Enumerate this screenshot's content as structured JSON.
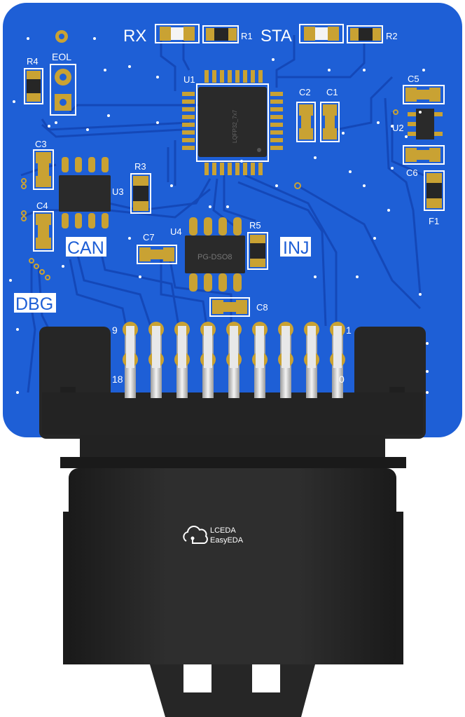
{
  "colors": {
    "board": "#1e5fd6",
    "copper": "#1a57cc",
    "trace": "#0f3fae",
    "silk": "#ffffff",
    "pad_gold": "#c9a233",
    "connector": "#262626",
    "connector_light": "#3a3a3a"
  },
  "labels": {
    "rx": "RX",
    "r1": "R1",
    "sta": "STA",
    "r2": "R2",
    "eol": "EOL",
    "r4": "R4",
    "u1": "U1",
    "lqfp": "LQFP32_7x7",
    "c2": "C2",
    "c1": "C1",
    "c5": "C5",
    "u2": "U2",
    "c6": "C6",
    "f1": "F1",
    "c3": "C3",
    "r3": "R3",
    "u3": "U3",
    "c4": "C4",
    "can": "CAN",
    "r5": "R5",
    "u4": "U4",
    "c7": "C7",
    "pgdso8": "PG-DSO8",
    "inj": "INJ",
    "dbg": "DBG",
    "c8": "C8",
    "pin9": "9",
    "pin1": "1",
    "pin18": "18",
    "pin10": "0",
    "logo_line1": "LCEDA",
    "logo_line2": "EasyEDA"
  },
  "icons": {
    "logo": "cloud-logo-icon"
  }
}
